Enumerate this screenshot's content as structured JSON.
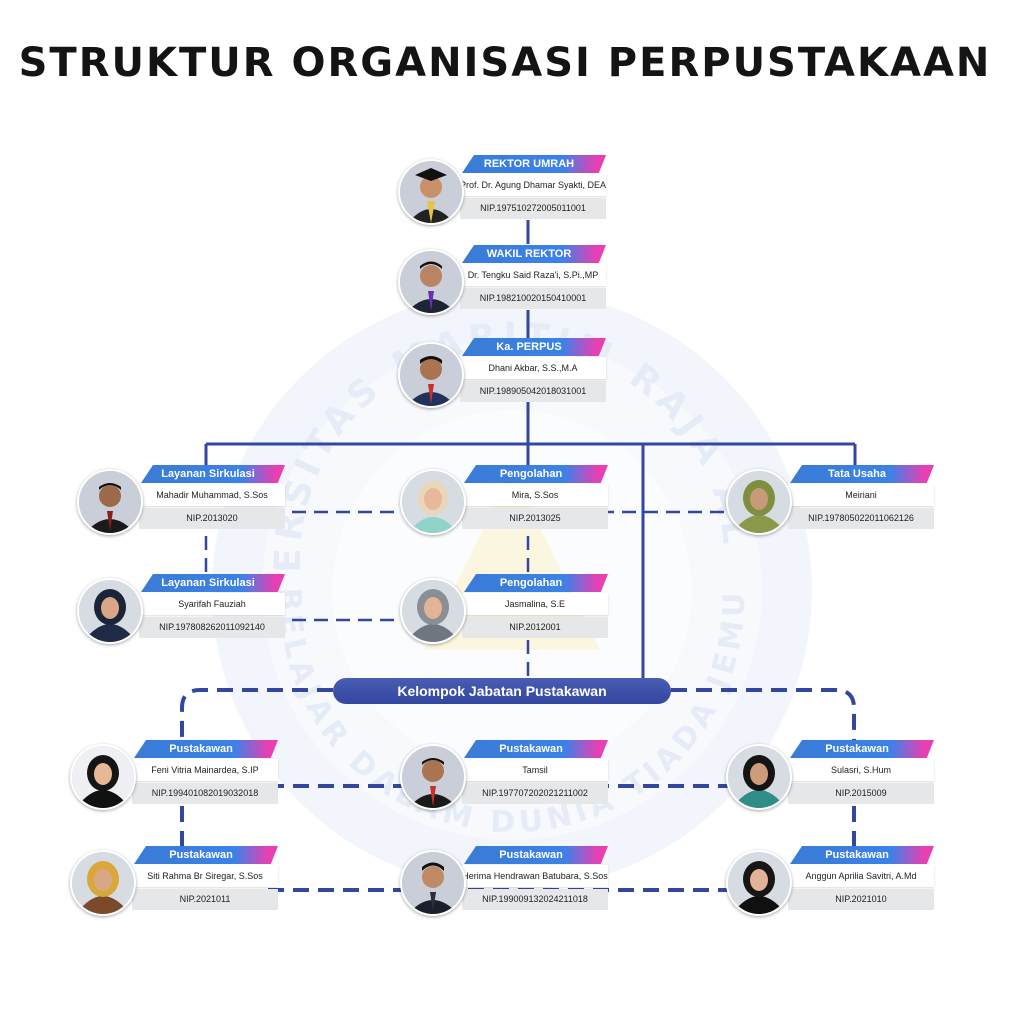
{
  "title": "STRUKTUR ORGANISASI PERPUSTAKAAN",
  "colors": {
    "line": "#3346a0",
    "role_start": "#3a7bd5",
    "role_end": "#e83fb3",
    "nip_bg": "#e6e7e9"
  },
  "watermark": {
    "text_top": "UNIVERSITAS MARITIM RAJA ALI HAJI",
    "text_bottom": "BELAJAR DALAM DUNIA TIADA JEMU"
  },
  "group_label": "Kelompok Jabatan Pustakawan",
  "people": {
    "rektor": {
      "role": "REKTOR UMRAH",
      "name": "Prof. Dr. Agung Dhamar Syakti, DEA",
      "nip": "NIP.197510272005011001",
      "icon": "graduate-portrait"
    },
    "wakil": {
      "role": "WAKIL REKTOR",
      "name": "Dr. Tengku Said Raza'i, S.Pi.,MP",
      "nip": "NIP.198210020150410001",
      "icon": "man-portrait"
    },
    "kaperpus": {
      "role": "Ka. PERPUS",
      "name": "Dhani Akbar, S.S.,M.A",
      "nip": "NIP.198905042018031001",
      "icon": "man-portrait"
    },
    "sirkulasi1": {
      "role": "Layanan Sirkulasi",
      "name": "Mahadir Muhammad, S.Sos",
      "nip": "NIP.2013020",
      "icon": "man-portrait"
    },
    "pengolahan1": {
      "role": "Pengolahan",
      "name": "Mira, S.Sos",
      "nip": "NIP.2013025",
      "icon": "woman-hijab-portrait"
    },
    "tatausaha": {
      "role": "Tata Usaha",
      "name": "Meiriani",
      "nip": "NIP.197805022011062126",
      "icon": "woman-hijab-portrait"
    },
    "sirkulasi2": {
      "role": "Layanan Sirkulasi",
      "name": "Syarifah Fauziah",
      "nip": "NIP.197808262011092140",
      "icon": "woman-hijab-portrait"
    },
    "pengolahan2": {
      "role": "Pengolahan",
      "name": "Jasmalina, S.E",
      "nip": "NIP.2012001",
      "icon": "woman-hijab-portrait"
    },
    "pustakawan1": {
      "role": "Pustakawan",
      "name": "Feni Vitria Mainardea, S.IP",
      "nip": "NIP.199401082019032018",
      "icon": "woman-hijab-portrait"
    },
    "pustakawan2": {
      "role": "Pustakawan",
      "name": "Tamsil",
      "nip": "NIP.197707202021211002",
      "icon": "man-portrait"
    },
    "pustakawan3": {
      "role": "Pustakawan",
      "name": "Sulasri, S.Hum",
      "nip": "NIP.2015009",
      "icon": "woman-hijab-portrait"
    },
    "pustakawan4": {
      "role": "Pustakawan",
      "name": "Siti Rahma Br Siregar, S.Sos",
      "nip": "NIP.2021011",
      "icon": "woman-hijab-portrait"
    },
    "pustakawan5": {
      "role": "Pustakawan",
      "name": "Herima Hendrawan Batubara, S.Sos",
      "nip": "NIP.199009132024211018",
      "icon": "man-portrait"
    },
    "pustakawan6": {
      "role": "Pustakawan",
      "name": "Anggun Aprilia Savitri, A.Md",
      "nip": "NIP.2021010",
      "icon": "woman-hijab-portrait"
    }
  }
}
